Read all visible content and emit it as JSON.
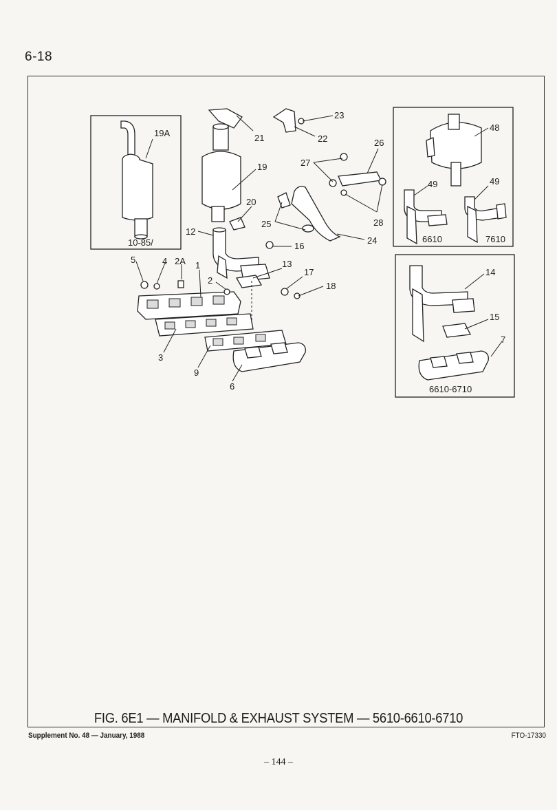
{
  "page": {
    "page_number": "6-18",
    "figure_title": "FIG. 6E1 — MANIFOLD & EXHAUST SYSTEM — 5610-6610-6710",
    "supplement": "Supplement No. 48 — January, 1988",
    "reference": "FTO-17330",
    "sheet_page": "– 144 –"
  },
  "diagram": {
    "inset_left_caption": "10-85/",
    "inset_right_top_captions": [
      "6610",
      "7610"
    ],
    "inset_right_bottom_caption": "6610-6710",
    "callouts": [
      "19A",
      "21",
      "23",
      "22",
      "19",
      "26",
      "27",
      "20",
      "25",
      "28",
      "12",
      "16",
      "24",
      "5",
      "4",
      "2A",
      "1",
      "2",
      "13",
      "17",
      "18",
      "3",
      "9",
      "6",
      "48",
      "49",
      "49",
      "14",
      "15",
      "7"
    ]
  }
}
